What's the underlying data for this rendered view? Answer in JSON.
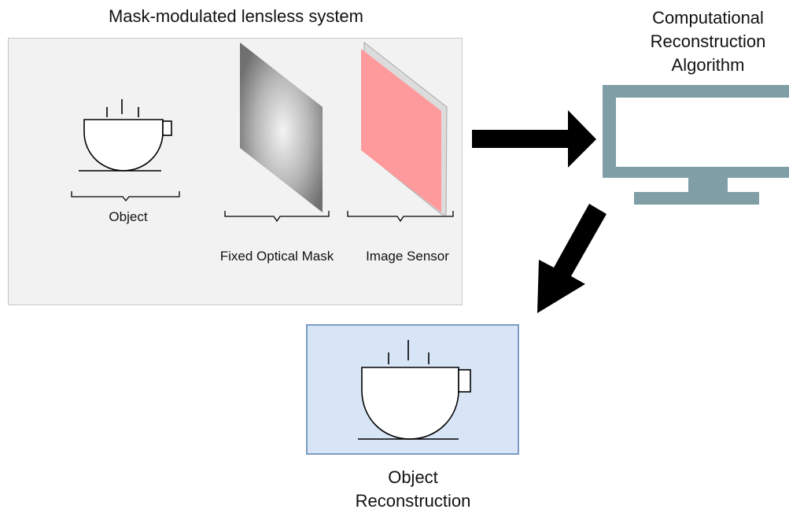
{
  "system": {
    "title": "Mask-modulated lensless system",
    "object_label": "Object",
    "mask_label": "Fixed Optical Mask",
    "sensor_label": "Image Sensor"
  },
  "algorithm": {
    "title_lines": [
      "Computational",
      "Reconstruction",
      "Algorithm"
    ]
  },
  "reconstruction": {
    "label_lines": [
      "Object",
      "Reconstruction"
    ]
  },
  "colors": {
    "system_box": "#f2f2f2",
    "recon_box": "#d7e5f6",
    "recon_border": "#7b9cc4",
    "sensor": "#ff9a9c",
    "monitor": "#7f9ea5",
    "arrow": "#000000"
  },
  "icons": {
    "object": "teacup-icon",
    "computer": "monitor-icon"
  }
}
